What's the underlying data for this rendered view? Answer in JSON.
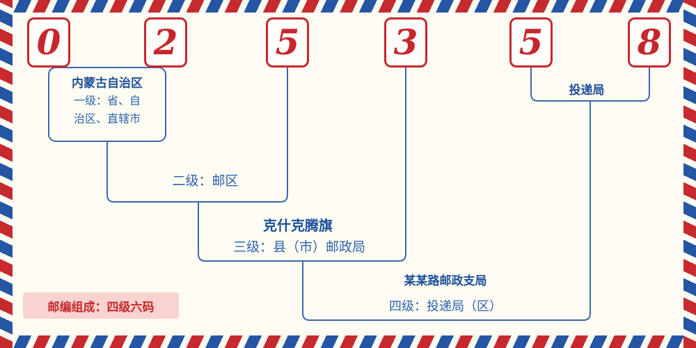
{
  "postal_code": {
    "digits": [
      "0",
      "2",
      "5",
      "3",
      "5",
      "8"
    ]
  },
  "annotations": {
    "level1": {
      "region": "内蒙古自治区",
      "desc_line1": "一级：省、自",
      "desc_line2": "治区、直辖市"
    },
    "level2": {
      "desc": "二级：邮区"
    },
    "level3": {
      "name": "克什克腾旗",
      "desc": "三级：县（市）邮政局"
    },
    "level4": {
      "name": "某某路邮政支局",
      "desc": "四级：投递局（区）"
    },
    "delivery_office": "投递局"
  },
  "footer": {
    "note": "邮编组成：四级六码"
  },
  "colors": {
    "red": "#c5272d",
    "blue": "#2456a4",
    "line_blue": "#3a67ae"
  }
}
